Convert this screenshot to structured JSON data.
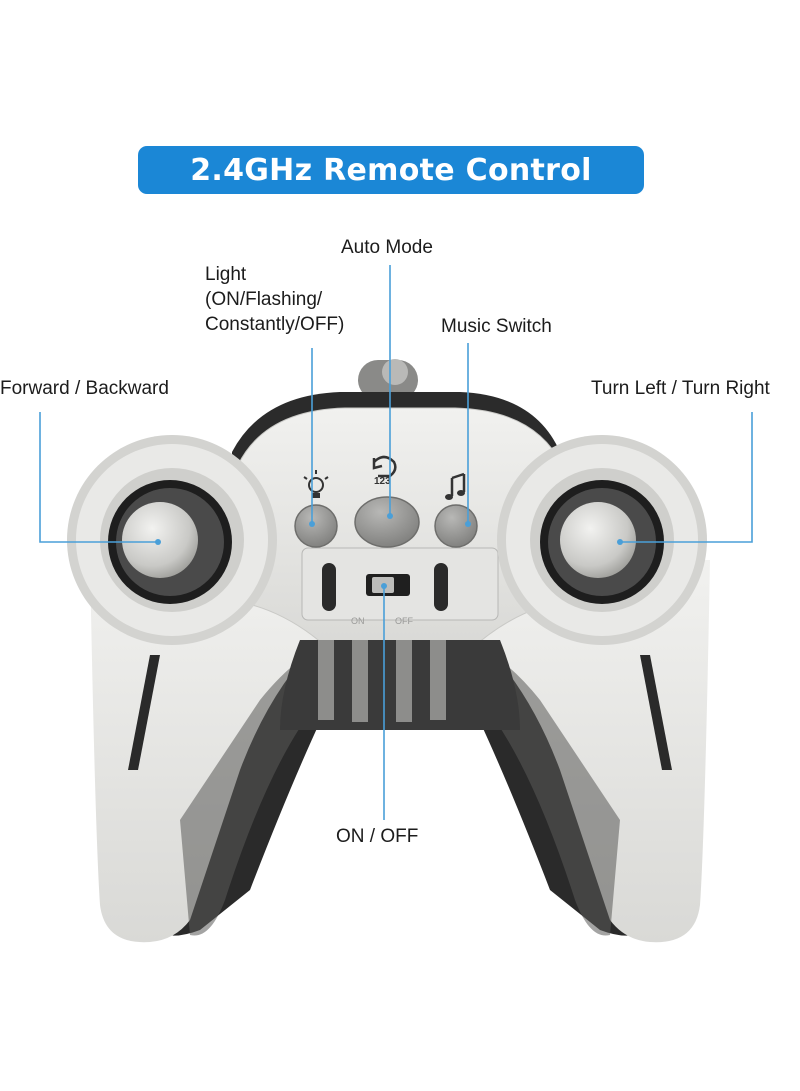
{
  "title": "2.4GHz Remote Control",
  "labels": {
    "auto_mode": "Auto Mode",
    "light": [
      "Light",
      "(ON/Flashing/",
      "Constantly/OFF)"
    ],
    "music_switch": "Music Switch",
    "forward_backward": "Forward / Backward",
    "turn": "Turn Left / Turn Right",
    "on_off": "ON / OFF"
  },
  "switch_text": {
    "on": "ON",
    "off": "OFF"
  },
  "auto_icon_text": "123",
  "colors": {
    "accent": "#1b87d6",
    "leader_line": "#4a9fd8",
    "body": "#e8e8e6",
    "dark": "#2b2b2b",
    "button_gray": "#9a9a9a"
  }
}
